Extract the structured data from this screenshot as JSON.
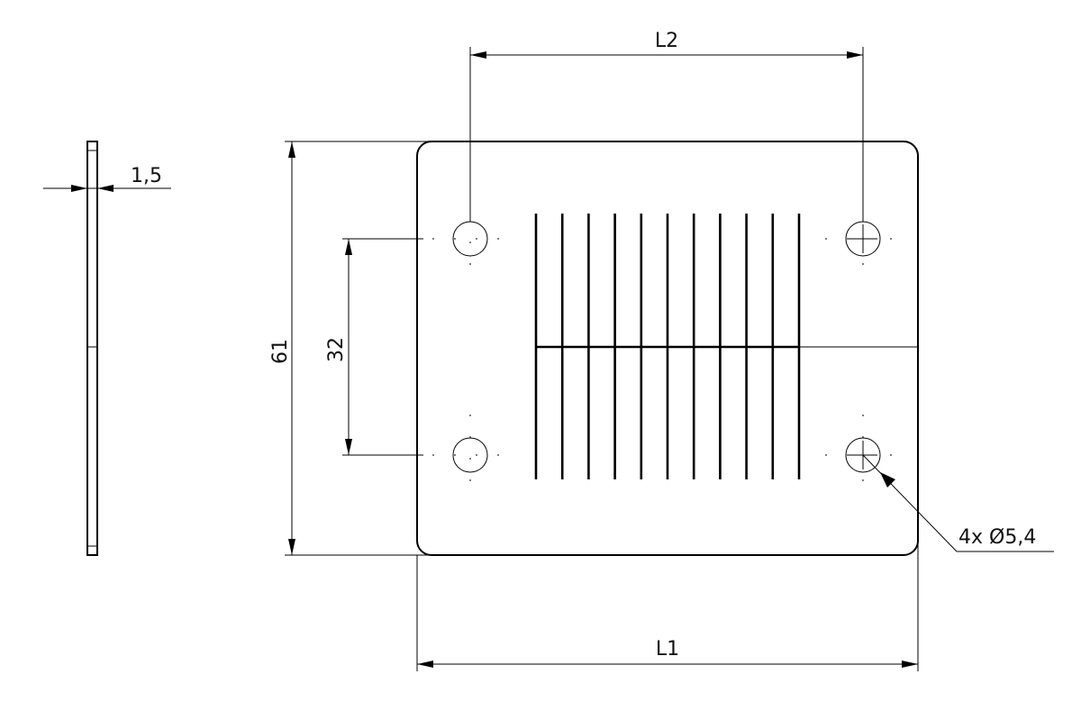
{
  "dimensions": {
    "overall_length": "L1",
    "hole_spacing_length": "L2",
    "overall_height": "61",
    "hole_spacing_height": "32",
    "thickness": "1,5",
    "hole_callout": "4x Ø5,4"
  },
  "slots": {
    "count": 11
  }
}
